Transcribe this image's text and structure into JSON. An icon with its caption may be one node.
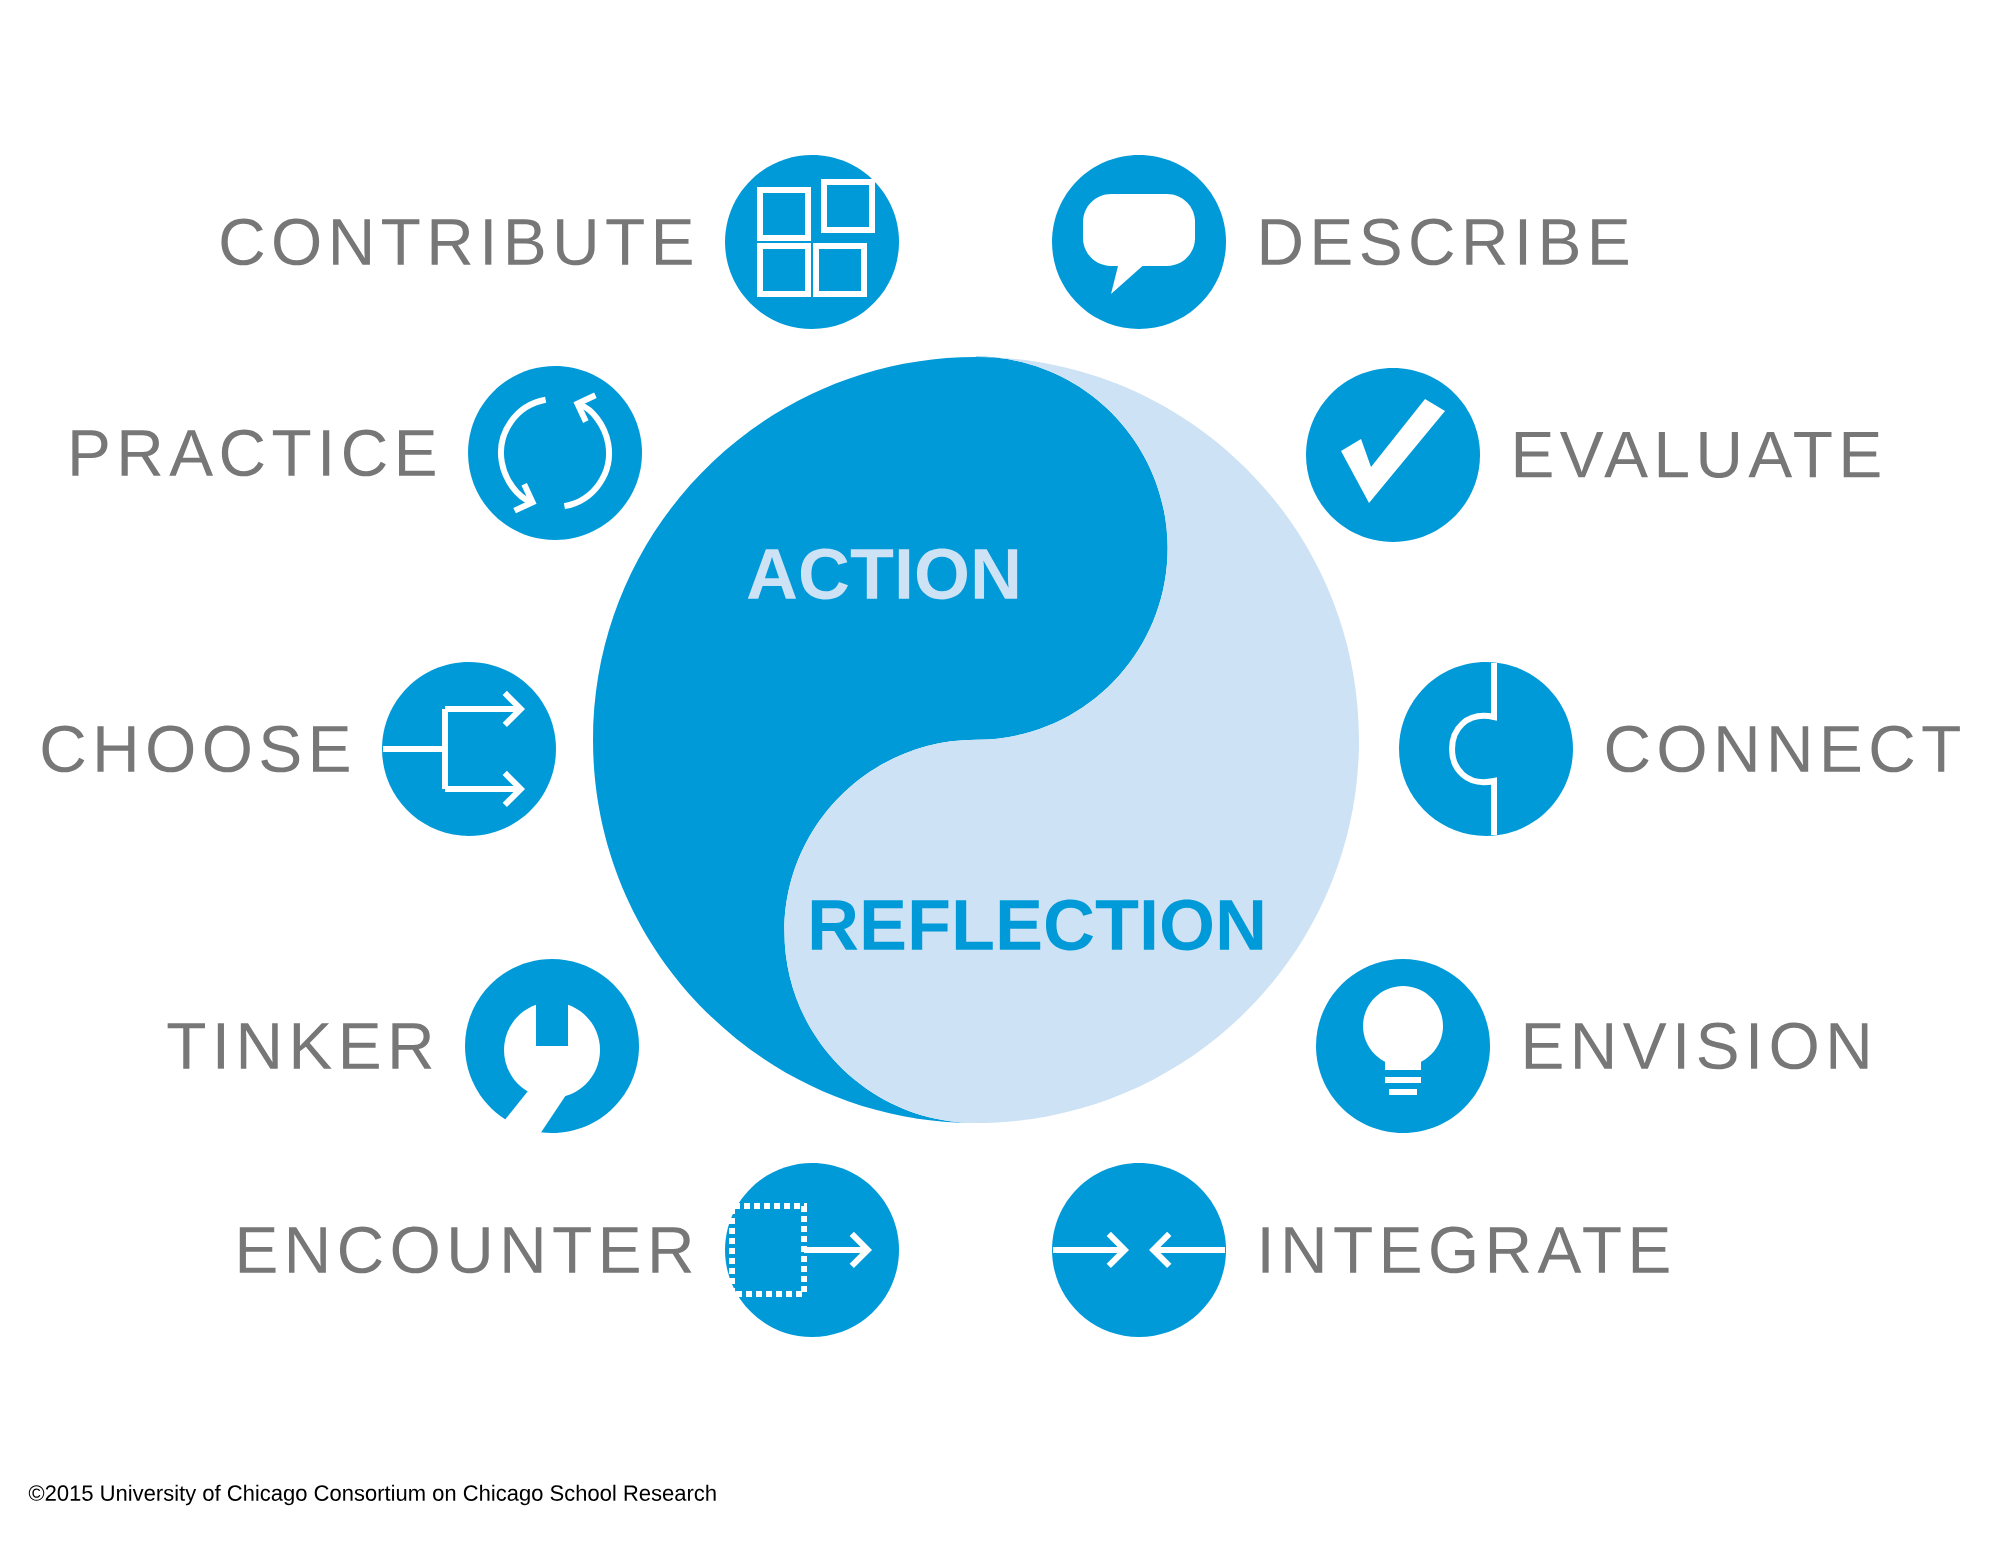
{
  "diagram": {
    "nodes": [
      {
        "text": [
          "CONTRIBUTE"
        ]
      },
      {
        "text": [
          "DESCRIBE"
        ]
      },
      {
        "text": [
          "PRACTICE"
        ]
      },
      {
        "text": [
          "EVALUATE"
        ]
      },
      {
        "text": [
          "ACTION"
        ]
      },
      {
        "text": [
          "CHOOSE"
        ]
      },
      {
        "text": [
          "CONNECT"
        ]
      },
      {
        "text": [
          "REFLECTION"
        ]
      },
      {
        "text": [
          "TINKER"
        ]
      },
      {
        "text": [
          "ENVISION"
        ]
      },
      {
        "text": [
          "ENCOUNTER"
        ]
      },
      {
        "text": [
          "INTEGRATE"
        ]
      }
    ],
    "labels": [
      "©2015 University of Chicago Consortium on Chicago School Research"
    ]
  }
}
